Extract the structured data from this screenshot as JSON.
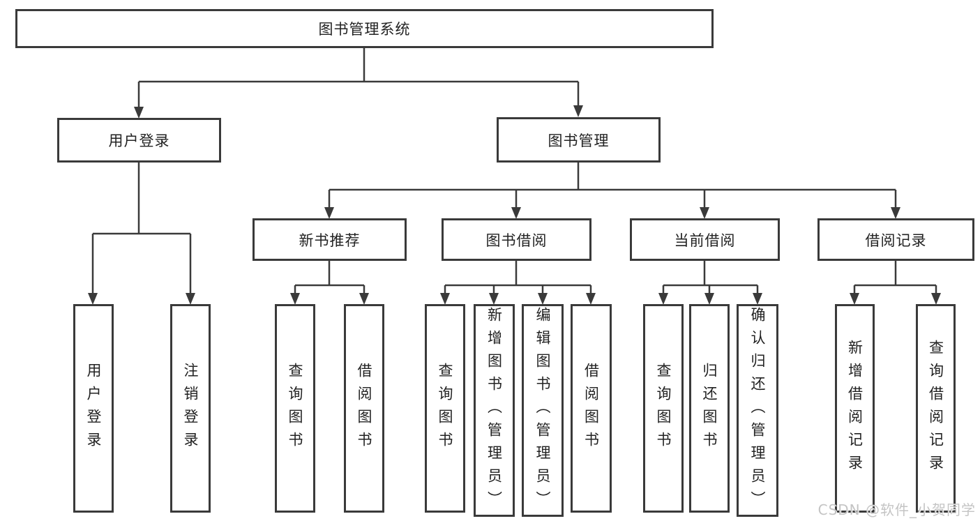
{
  "tree": {
    "root": {
      "label": "图书管理系统"
    },
    "login": {
      "label": "用户登录",
      "children": [
        {
          "label": "用户登录"
        },
        {
          "label": "注销登录"
        }
      ]
    },
    "mgmt": {
      "label": "图书管理",
      "groups": [
        {
          "label": "新书推荐",
          "children": [
            {
              "label": "查询图书"
            },
            {
              "label": "借阅图书"
            }
          ]
        },
        {
          "label": "图书借阅",
          "children": [
            {
              "label": "查询图书"
            },
            {
              "label": "新增图书（管理员）"
            },
            {
              "label": "编辑图书（管理员）"
            },
            {
              "label": "借阅图书"
            }
          ]
        },
        {
          "label": "当前借阅",
          "children": [
            {
              "label": "查询图书"
            },
            {
              "label": "归还图书"
            },
            {
              "label": "确认归还（管理员）"
            }
          ]
        },
        {
          "label": "借阅记录",
          "children": [
            {
              "label": "新增借阅记录"
            },
            {
              "label": "查询借阅记录"
            }
          ]
        }
      ]
    }
  },
  "watermark": {
    "text": "CSDN @软件_小贺同学"
  },
  "colors": {
    "line": "#3a3a3a",
    "border": "#3a3a3a",
    "text": "#222222",
    "background": "#ffffff",
    "watermark": "#c4c4c4"
  }
}
